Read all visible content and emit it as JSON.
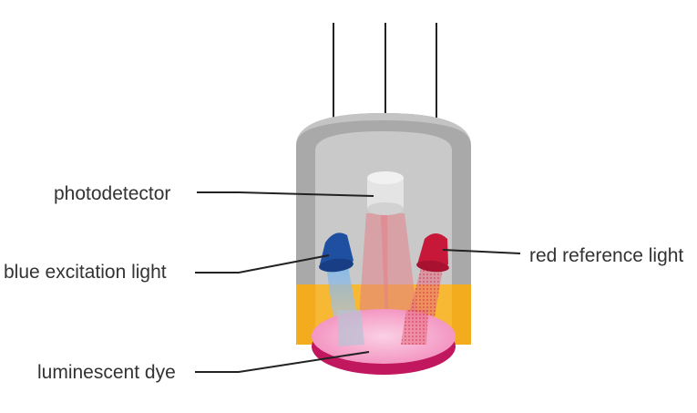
{
  "labels": {
    "photodetector": "photodetector",
    "blue_light": "blue excitation light",
    "red_light": "red reference light",
    "dye": "luminescent dye"
  },
  "colors": {
    "housing_dark": "#a7a7a7",
    "housing_light": "#c6c6c6",
    "housing_top": "#bcbcbc",
    "amber_band": "#f3ac1e",
    "blue_source": "#1f4fa0",
    "red_source": "#c8183a",
    "dye_rim": "#c0175e",
    "dye_surface": "#f49ac4",
    "detector": "#e6e6e6",
    "leader_line": "#222222"
  },
  "icons": {
    "photodetector": "photodetector-cylinder",
    "blue_light": "blue-led",
    "red_light": "red-led",
    "dye": "dye-disc"
  }
}
